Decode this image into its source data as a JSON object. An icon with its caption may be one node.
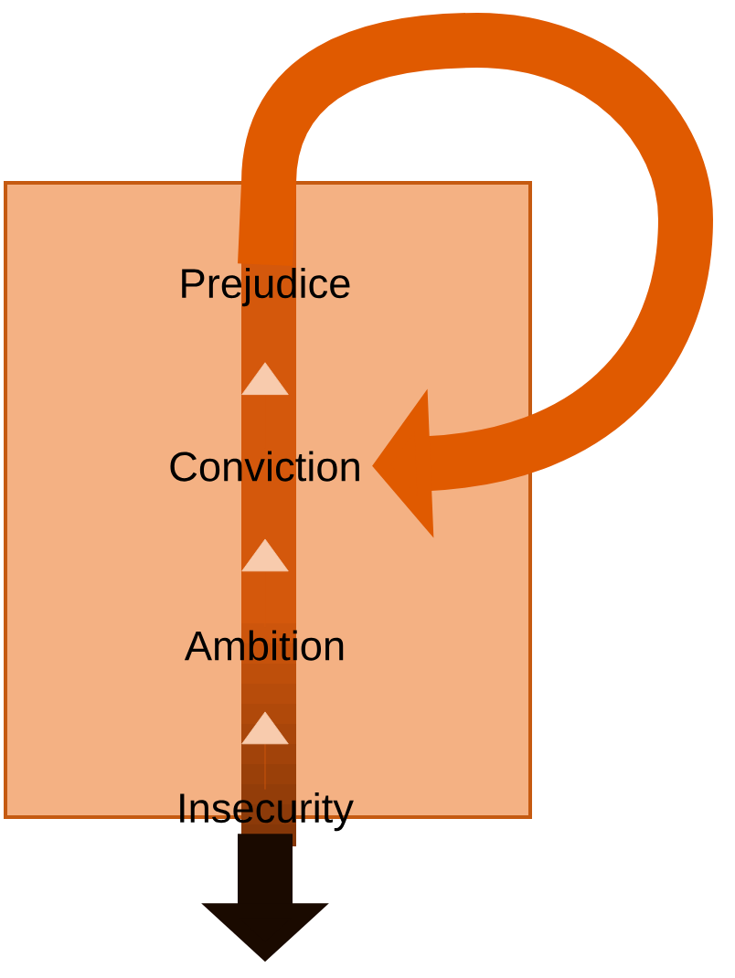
{
  "diagram": {
    "nodes": [
      {
        "text": [],
        "shape": "box"
      },
      {
        "text": [
          "Prejudice"
        ],
        "in": 0
      },
      {
        "text": [
          "Conviction"
        ],
        "in": 0
      },
      {
        "text": [
          "Ambition"
        ],
        "in": 0
      },
      {
        "text": [
          "Insecurity"
        ],
        "in": 0
      }
    ],
    "edges": [
      {
        "from": 4,
        "to": 3,
        "arrow": "to"
      },
      {
        "from": 3,
        "to": 2,
        "arrow": "to"
      },
      {
        "from": 2,
        "to": 1,
        "arrow": "to"
      },
      {
        "from": 1,
        "to": 2,
        "arrow": "to",
        "color": "#e05a00"
      },
      {
        "from": 4,
        "to": null,
        "arrow": "to",
        "color": "#1a0a00"
      }
    ]
  }
}
